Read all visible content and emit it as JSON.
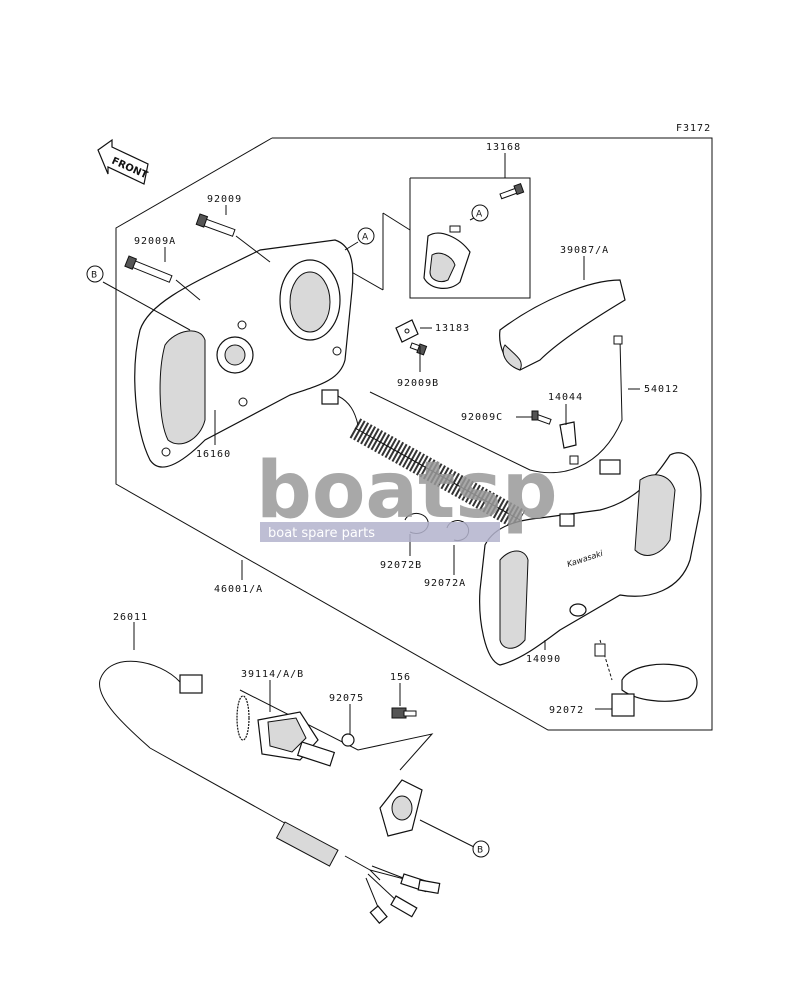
{
  "diagram_code": "F3172",
  "front_label": "FRONT",
  "refs": {
    "a": "A",
    "b": "B"
  },
  "watermark": {
    "brand": "boatsp",
    "tagline": "boat spare parts"
  },
  "parts": [
    {
      "id": "p13168",
      "number": "13168"
    },
    {
      "id": "p92009",
      "number": "92009"
    },
    {
      "id": "p92009a",
      "number": "92009A"
    },
    {
      "id": "p39087",
      "number": "39087/A"
    },
    {
      "id": "p13183",
      "number": "13183"
    },
    {
      "id": "p92009b",
      "number": "92009B"
    },
    {
      "id": "p14044",
      "number": "14044"
    },
    {
      "id": "p54012",
      "number": "54012"
    },
    {
      "id": "p92009c",
      "number": "92009C"
    },
    {
      "id": "p16160",
      "number": "16160"
    },
    {
      "id": "p92072b",
      "number": "92072B"
    },
    {
      "id": "p92072a",
      "number": "92072A"
    },
    {
      "id": "p46001",
      "number": "46001/A"
    },
    {
      "id": "p14090",
      "number": "14090"
    },
    {
      "id": "p26011",
      "number": "26011"
    },
    {
      "id": "p39114",
      "number": "39114/A/B"
    },
    {
      "id": "p156",
      "number": "156"
    },
    {
      "id": "p92075",
      "number": "92075"
    },
    {
      "id": "p92072",
      "number": "92072"
    }
  ]
}
